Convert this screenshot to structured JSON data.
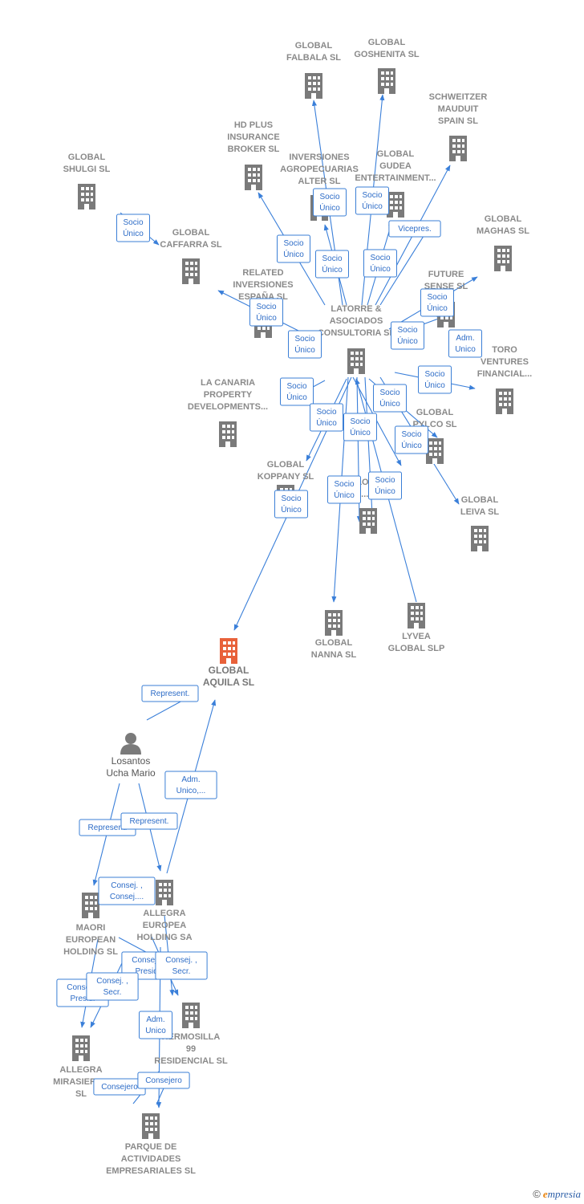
{
  "colors": {
    "node": "#7a7a7a",
    "focus": "#e8613a",
    "edge": "#3a7fd9",
    "label_text": "#2d6cc7"
  },
  "nodes": [
    {
      "id": "falbala",
      "icon": "building-icon",
      "lines": [
        "GLOBAL",
        "FALBALA  SL"
      ]
    },
    {
      "id": "goshenita",
      "icon": "building-icon",
      "lines": [
        "GLOBAL",
        "GOSHENITA SL"
      ]
    },
    {
      "id": "schweitzer",
      "icon": "building-icon",
      "lines": [
        "SCHWEITZER",
        "MAUDUIT",
        "SPAIN SL"
      ]
    },
    {
      "id": "hdplus",
      "icon": "building-icon",
      "lines": [
        "HD PLUS",
        "INSURANCE",
        "BROKER  SL"
      ]
    },
    {
      "id": "shulgi",
      "icon": "building-icon",
      "lines": [
        "GLOBAL",
        "SHULGI  SL"
      ]
    },
    {
      "id": "inversiones_agro",
      "icon": "building-icon",
      "lines": [
        "INVERSIONES",
        "AGROPECUARIAS",
        "ALTER  SL"
      ]
    },
    {
      "id": "gudea",
      "icon": "building-icon",
      "lines": [
        "GLOBAL",
        "GUDEA",
        "ENTERTAINMENT..."
      ]
    },
    {
      "id": "caffarra",
      "icon": "building-icon",
      "lines": [
        "GLOBAL",
        "CAFFARRA  SL"
      ]
    },
    {
      "id": "maghas",
      "icon": "building-icon",
      "lines": [
        "GLOBAL",
        "MAGHAS  SL"
      ]
    },
    {
      "id": "related",
      "icon": "building-icon",
      "lines": [
        "RELATED",
        "INVERSIONES",
        "ESPAÑA SL"
      ]
    },
    {
      "id": "future",
      "icon": "building-icon",
      "lines": [
        "FUTURE",
        "SENSE  SL"
      ]
    },
    {
      "id": "latorre",
      "icon": "building-icon",
      "lines": [
        "LATORRE &",
        "ASOCIADOS",
        "CONSULTORIA SL"
      ]
    },
    {
      "id": "toro",
      "icon": "building-icon",
      "lines": [
        "TORO",
        "VENTURES",
        "FINANCIAL..."
      ]
    },
    {
      "id": "lacanaria",
      "icon": "building-icon",
      "lines": [
        "LA CANARIA",
        "PROPERTY",
        "DEVELOPMENTS..."
      ]
    },
    {
      "id": "pylco",
      "icon": "building-icon",
      "lines": [
        "GLOBAL",
        "PYLCO  SL"
      ]
    },
    {
      "id": "koppany",
      "icon": "building-icon",
      "lines": [
        "GLOBAL",
        "KOPPANY  SL"
      ]
    },
    {
      "id": "global_o",
      "icon": "building-icon",
      "lines": [
        "GLOBAL",
        "O... SL"
      ]
    },
    {
      "id": "leiva",
      "icon": "building-icon",
      "lines": [
        "GLOBAL",
        "LEIVA  SL"
      ]
    },
    {
      "id": "nanna",
      "icon": "building-icon",
      "lines": [
        "GLOBAL",
        "NANNA  SL"
      ]
    },
    {
      "id": "lyvea",
      "icon": "building-icon",
      "lines": [
        "LYVEA",
        "GLOBAL  SLP"
      ]
    },
    {
      "id": "aquila",
      "icon": "building-icon",
      "focus": true,
      "lines": [
        "GLOBAL",
        "AQUILA  SL"
      ]
    },
    {
      "id": "losantos",
      "icon": "person-icon",
      "person": true,
      "lines": [
        "Losantos",
        "Ucha Mario"
      ]
    },
    {
      "id": "maori",
      "icon": "building-icon",
      "lines": [
        "MAORI",
        "EUROPEAN",
        "HOLDING  SL"
      ]
    },
    {
      "id": "allegra_eu",
      "icon": "building-icon",
      "lines": [
        "ALLEGRA",
        "EUROPEA",
        "HOLDING SA"
      ]
    },
    {
      "id": "hermosilla",
      "icon": "building-icon",
      "lines": [
        "HERMOSILLA",
        "99",
        "RESIDENCIAL SL"
      ]
    },
    {
      "id": "allegra_mir",
      "icon": "building-icon",
      "lines": [
        "ALLEGRA",
        "MIRASIERRA",
        "SL"
      ]
    },
    {
      "id": "parque",
      "icon": "building-icon",
      "lines": [
        "PARQUE DE",
        "ACTIVIDADES",
        "EMPRESARIALES SL"
      ]
    }
  ],
  "edge_labels": [
    {
      "id": "l1",
      "lines": [
        "Socio",
        "Único"
      ]
    },
    {
      "id": "l2",
      "lines": [
        "Socio",
        "Único"
      ]
    },
    {
      "id": "l3",
      "lines": [
        "Socio",
        "Único"
      ]
    },
    {
      "id": "l4",
      "lines": [
        "Socio",
        "Único"
      ]
    },
    {
      "id": "l5",
      "lines": [
        "Socio",
        "Único"
      ]
    },
    {
      "id": "l6",
      "lines": [
        "Socio",
        "Único"
      ]
    },
    {
      "id": "l7",
      "lines": [
        "Vicepres."
      ]
    },
    {
      "id": "l8",
      "lines": [
        "Socio",
        "Único"
      ]
    },
    {
      "id": "l9",
      "lines": [
        "Socio",
        "Único"
      ]
    },
    {
      "id": "l10",
      "lines": [
        "Socio",
        "Único"
      ]
    },
    {
      "id": "l11",
      "lines": [
        "Socio",
        "Único"
      ]
    },
    {
      "id": "l12",
      "lines": [
        "Adm.",
        "Unico"
      ]
    },
    {
      "id": "l13",
      "lines": [
        "Socio",
        "Único"
      ]
    },
    {
      "id": "l14",
      "lines": [
        "Socio",
        "Único"
      ]
    },
    {
      "id": "l15",
      "lines": [
        "Socio",
        "Único"
      ]
    },
    {
      "id": "l16",
      "lines": [
        "Socio",
        "Único"
      ]
    },
    {
      "id": "l17",
      "lines": [
        "Socio",
        "Único"
      ]
    },
    {
      "id": "l18",
      "lines": [
        "Socio",
        "Único"
      ]
    },
    {
      "id": "l19",
      "lines": [
        "Socio",
        "Único"
      ]
    },
    {
      "id": "l20",
      "lines": [
        "Socio",
        "Único"
      ]
    },
    {
      "id": "l21",
      "lines": [
        "Socio",
        "Único"
      ]
    },
    {
      "id": "l22",
      "lines": [
        "Represent."
      ]
    },
    {
      "id": "l23",
      "lines": [
        "Adm.",
        "Unico,..."
      ]
    },
    {
      "id": "l24",
      "lines": [
        "Represent."
      ]
    },
    {
      "id": "l25",
      "lines": [
        "Represent."
      ]
    },
    {
      "id": "l26",
      "lines": [
        "Consej. ,",
        "Consej...."
      ]
    },
    {
      "id": "l27",
      "lines": [
        "Consej. ,",
        "Presid."
      ]
    },
    {
      "id": "l28",
      "lines": [
        "Consej. ,",
        "Secr."
      ]
    },
    {
      "id": "l29",
      "lines": [
        "Consej. ,",
        "Presid."
      ]
    },
    {
      "id": "l30",
      "lines": [
        "Consej. ,",
        "Secr."
      ]
    },
    {
      "id": "l31",
      "lines": [
        "Adm.",
        "Unico"
      ]
    },
    {
      "id": "l32",
      "lines": [
        "Consejero"
      ]
    },
    {
      "id": "l33",
      "lines": [
        "Consejero"
      ]
    }
  ],
  "footer": {
    "copyright": "©",
    "brand_first": "e",
    "brand_rest": "mpresia"
  }
}
